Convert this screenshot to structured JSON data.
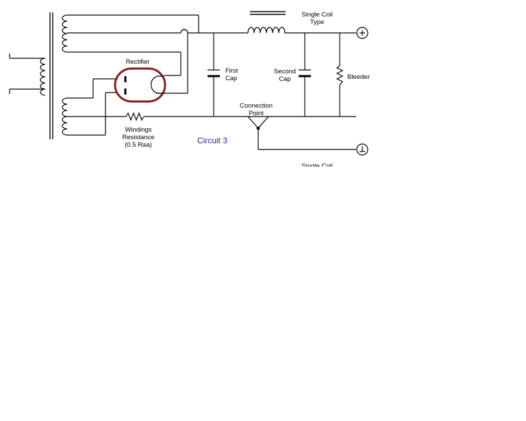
{
  "labels": {
    "rectifier": "Rectifier",
    "first_cap": [
      "First",
      "Cap"
    ],
    "second_cap": [
      "Second",
      "Cap"
    ],
    "bleeder": "Bleeder",
    "connection_point": [
      "Connection",
      "Point"
    ],
    "windings_resistance": [
      "Windings",
      "Resistance",
      "(0.5 Raa)"
    ],
    "choke": [
      "Single Coil",
      "Type"
    ],
    "cut_off_caption": "Single Coil",
    "circuit_title": "Circuit 3"
  },
  "colors": {
    "rectifier_outline": "#8b1a1a",
    "title": "#1f1f8f"
  }
}
